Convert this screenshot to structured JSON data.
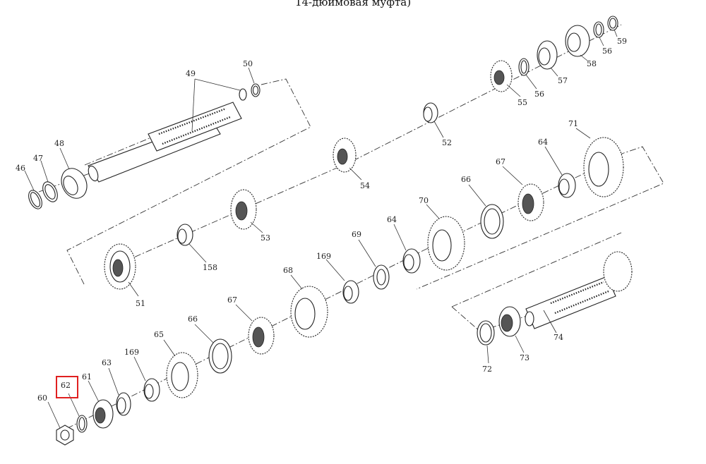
{
  "header": {
    "title": "14-дюймовая муфта)"
  },
  "highlight": {
    "label": "62",
    "color": "#e02020"
  },
  "parts": [
    {
      "id": "p46",
      "label": "46",
      "kind": "snap-ring-icon"
    },
    {
      "id": "p47",
      "label": "47",
      "kind": "washer-icon"
    },
    {
      "id": "p48",
      "label": "48",
      "kind": "bearing-icon"
    },
    {
      "id": "p49",
      "label": "49",
      "kind": "shaft-icon"
    },
    {
      "id": "p50",
      "label": "50",
      "kind": "washer-icon"
    },
    {
      "id": "p51",
      "label": "51",
      "kind": "gear-icon"
    },
    {
      "id": "p52",
      "label": "52",
      "kind": "bushing-icon"
    },
    {
      "id": "p53",
      "label": "53",
      "kind": "gear-icon"
    },
    {
      "id": "p54",
      "label": "54",
      "kind": "gear-icon"
    },
    {
      "id": "p55",
      "label": "55",
      "kind": "gear-icon"
    },
    {
      "id": "p56a",
      "label": "56",
      "kind": "snap-ring-icon"
    },
    {
      "id": "p56b",
      "label": "56",
      "kind": "snap-ring-icon"
    },
    {
      "id": "p57",
      "label": "57",
      "kind": "bearing-icon"
    },
    {
      "id": "p58",
      "label": "58",
      "kind": "bearing-icon"
    },
    {
      "id": "p59",
      "label": "59",
      "kind": "snap-ring-icon"
    },
    {
      "id": "p158",
      "label": "158",
      "kind": "bushing-icon"
    },
    {
      "id": "p60",
      "label": "60",
      "kind": "nut-icon"
    },
    {
      "id": "p61",
      "label": "61",
      "kind": "bearing-icon"
    },
    {
      "id": "p62",
      "label": "62",
      "kind": "washer-icon"
    },
    {
      "id": "p63",
      "label": "63",
      "kind": "ring-icon"
    },
    {
      "id": "p169a",
      "label": "169",
      "kind": "bushing-icon"
    },
    {
      "id": "p65",
      "label": "65",
      "kind": "gear-icon"
    },
    {
      "id": "p66a",
      "label": "66",
      "kind": "ring-icon"
    },
    {
      "id": "p67a",
      "label": "67",
      "kind": "sleeve-icon"
    },
    {
      "id": "p68",
      "label": "68",
      "kind": "gear-icon"
    },
    {
      "id": "p169b",
      "label": "169",
      "kind": "bushing-icon"
    },
    {
      "id": "p69",
      "label": "69",
      "kind": "washer-icon"
    },
    {
      "id": "p64a",
      "label": "64",
      "kind": "bushing-icon"
    },
    {
      "id": "p70",
      "label": "70",
      "kind": "gear-icon"
    },
    {
      "id": "p66b",
      "label": "66",
      "kind": "ring-icon"
    },
    {
      "id": "p67b",
      "label": "67",
      "kind": "sleeve-icon"
    },
    {
      "id": "p64b",
      "label": "64",
      "kind": "bushing-icon"
    },
    {
      "id": "p71",
      "label": "71",
      "kind": "gear-icon"
    },
    {
      "id": "p72",
      "label": "72",
      "kind": "washer-icon"
    },
    {
      "id": "p73",
      "label": "73",
      "kind": "bearing-icon"
    },
    {
      "id": "p74",
      "label": "74",
      "kind": "shaft-icon"
    }
  ]
}
